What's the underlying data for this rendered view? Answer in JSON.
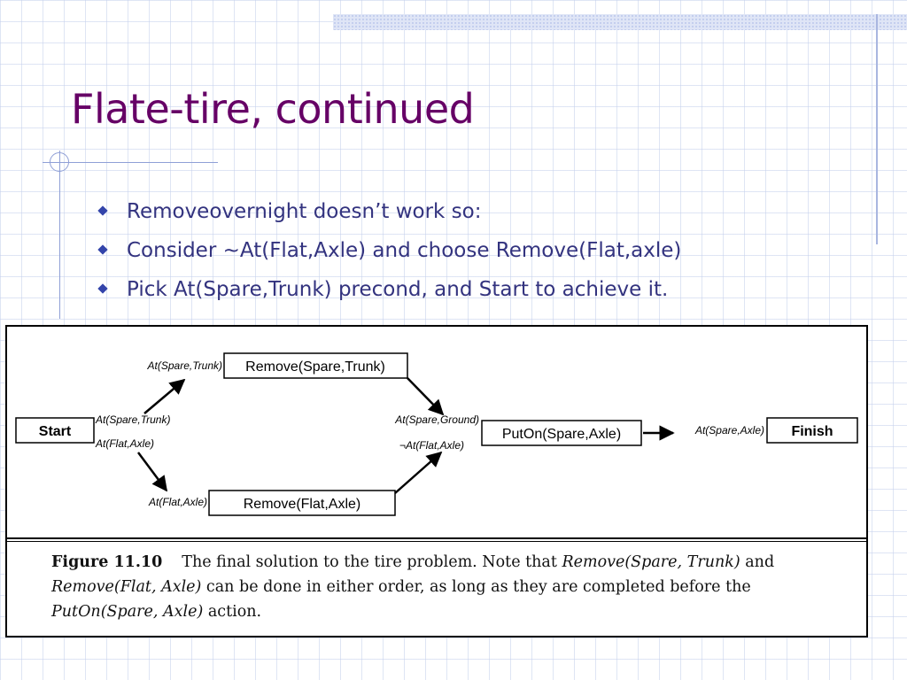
{
  "slide": {
    "title": "Flate-tire, continued",
    "bullets": [
      "Removeovernight doesn’t work so:",
      "Consider ~At(Flat,Axle) and choose Remove(Flat,axle)",
      "Pick At(Spare,Trunk) precond, and Start to achieve it."
    ]
  },
  "colors": {
    "title": "#660066",
    "bullet_text": "#33337f",
    "bullet_marker": "#3344aa"
  },
  "diagram": {
    "nodes": {
      "start": "Start",
      "remove_spare_trunk": "Remove(Spare,Trunk)",
      "remove_flat_axle": "Remove(Flat,Axle)",
      "puton": "PutOn(Spare,Axle)",
      "finish": "Finish"
    },
    "labels": {
      "start_eff_1": "At(Spare,Trunk)",
      "start_eff_2": "At(Flat,Axle)",
      "rst_pre": "At(Spare,Trunk)",
      "rfa_pre": "At(Flat,Axle)",
      "puton_pre_1": "At(Spare,Ground)",
      "puton_pre_2": "¬At(Flat,Axle)",
      "finish_pre": "At(Spare,Axle)"
    }
  },
  "caption": {
    "label": "Figure 11.10",
    "text_1": "The final solution to the tire problem. Note that ",
    "it_1": "Remove(Spare, Trunk)",
    "text_2": " and ",
    "it_2": "Remove(Flat, Axle)",
    "text_3": " can be done in either order, as long as they are completed before the ",
    "it_3": "PutOn(Spare, Axle)",
    "text_4": " action."
  }
}
